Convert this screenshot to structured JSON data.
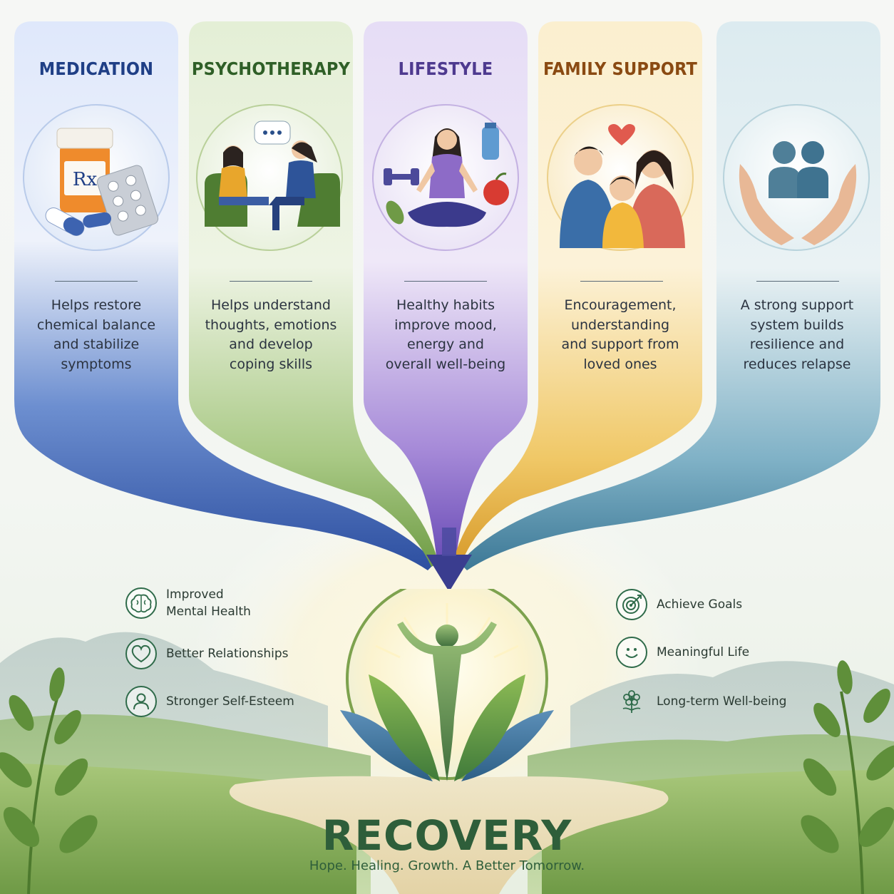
{
  "columns": [
    {
      "title": "MEDICATION",
      "description_lines": [
        "Helps restore",
        "chemical balance",
        "and stabilize",
        "symptoms"
      ],
      "icon": "pill-bottle-icon",
      "color": "#1f3f86"
    },
    {
      "title": "PSYCHOTHERAPY",
      "description_lines": [
        "Helps understand",
        "thoughts, emotions",
        "and develop",
        "coping skills"
      ],
      "icon": "therapy-session-icon",
      "color": "#2f5f27"
    },
    {
      "title": "LIFESTYLE",
      "description_lines": [
        "Healthy habits",
        "improve mood,",
        "energy and",
        "overall well-being"
      ],
      "icon": "meditation-icon",
      "color": "#4e3a8f"
    },
    {
      "title": "FAMILY SUPPORT",
      "description_lines": [
        "Encouragement,",
        "understanding",
        "and support from",
        "loved ones"
      ],
      "icon": "family-icon",
      "color": "#8a4a12"
    },
    {
      "title": "",
      "description_lines": [
        "A strong support",
        "system builds",
        "resilience and",
        "reduces relapse"
      ],
      "icon": "support-hands-icon",
      "color": "#2b5d78"
    }
  ],
  "benefits_left": [
    {
      "lines": [
        "Improved",
        "Mental Health"
      ],
      "icon": "brain-icon"
    },
    {
      "lines": [
        "Better Relationships"
      ],
      "icon": "heart-icon"
    },
    {
      "lines": [
        "Stronger Self-Esteem"
      ],
      "icon": "person-icon"
    }
  ],
  "benefits_right": [
    {
      "lines": [
        "Achieve Goals"
      ],
      "icon": "target-icon"
    },
    {
      "lines": [
        "Meaningful Life"
      ],
      "icon": "smiley-icon"
    },
    {
      "lines": [
        "Long-term Well-being"
      ],
      "icon": "flower-icon"
    }
  ],
  "recovery": {
    "title": "RECOVERY",
    "tagline": "Hope. Healing. Growth. A Better Tomorrow.",
    "icon": "growing-person-icon"
  },
  "colors": {
    "blue": "#3d63b0",
    "green": "#7fae5a",
    "purple": "#8b72c9",
    "gold": "#e8b84a",
    "teal": "#4f8fae",
    "recovery_green": "#2e5e3a"
  }
}
